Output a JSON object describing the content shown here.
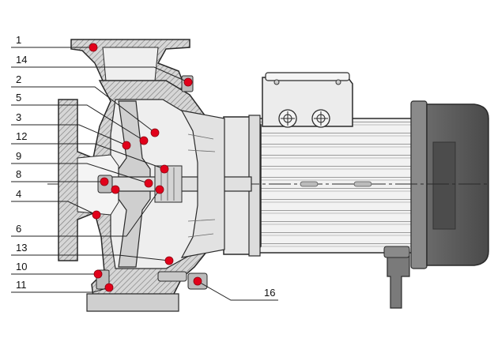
{
  "diagram": {
    "callouts": [
      {
        "id": "c1",
        "label": "1",
        "side": "left"
      },
      {
        "id": "c14",
        "label": "14",
        "side": "left"
      },
      {
        "id": "c2",
        "label": "2",
        "side": "left"
      },
      {
        "id": "c5",
        "label": "5",
        "side": "left"
      },
      {
        "id": "c3",
        "label": "3",
        "side": "left"
      },
      {
        "id": "c12",
        "label": "12",
        "side": "left"
      },
      {
        "id": "c9",
        "label": "9",
        "side": "left"
      },
      {
        "id": "c8",
        "label": "8",
        "side": "left"
      },
      {
        "id": "c4",
        "label": "4",
        "side": "left"
      },
      {
        "id": "c6",
        "label": "6",
        "side": "left"
      },
      {
        "id": "c13",
        "label": "13",
        "side": "left"
      },
      {
        "id": "c10",
        "label": "10",
        "side": "left"
      },
      {
        "id": "c11",
        "label": "11",
        "side": "left"
      },
      {
        "id": "c16",
        "label": "16",
        "side": "right"
      }
    ],
    "colors": {
      "marker": "#e2001a",
      "hatch": "#7a7a7a",
      "casing_fill": "#d8d8d8",
      "motor_fill": "#e6e6e6",
      "motor_dark": "#555555",
      "outline": "#2a2a2a"
    }
  }
}
